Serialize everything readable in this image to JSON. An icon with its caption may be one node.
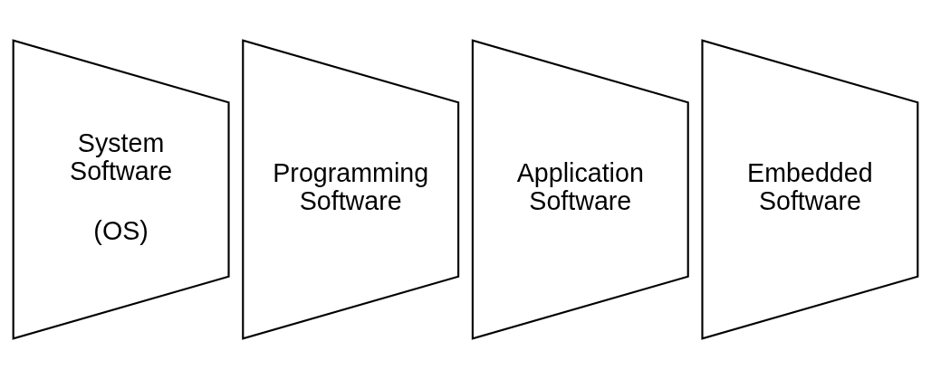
{
  "diagram": {
    "nodes": [
      {
        "text": [
          "System Software",
          "(OS)"
        ]
      },
      {
        "text": [
          "Programming Software"
        ]
      },
      {
        "text": [
          "Application Software"
        ]
      },
      {
        "text": [
          "Embedded Software"
        ]
      }
    ]
  }
}
